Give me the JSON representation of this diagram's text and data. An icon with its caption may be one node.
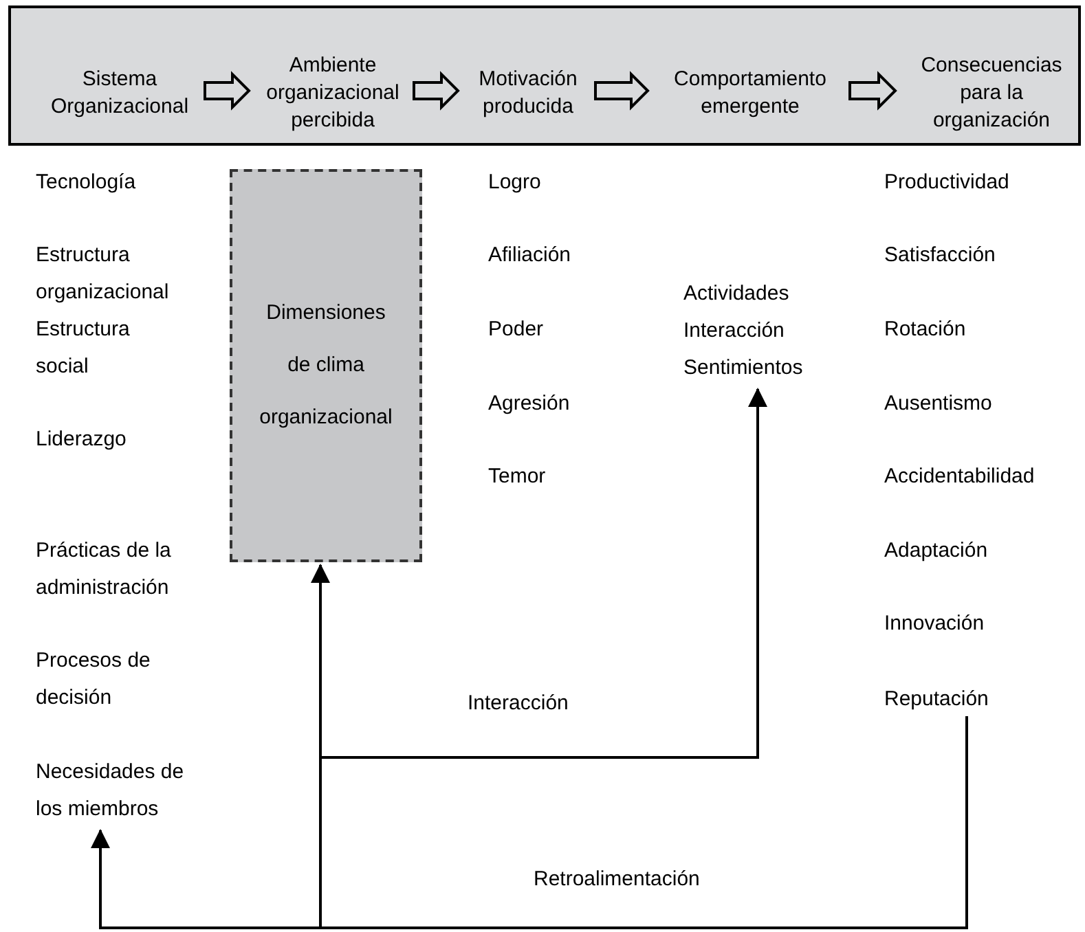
{
  "diagram": {
    "nodes": [
      {
        "text": [],
        "shape": "box"
      },
      {
        "text": [
          "Sistema Organizacional"
        ],
        "in": 0
      },
      {
        "text": [
          "Ambiente organizacional percibida"
        ],
        "in": 0
      },
      {
        "text": [
          "Motivación producida"
        ],
        "in": 0
      },
      {
        "text": [
          "Comportamiento emergente"
        ],
        "in": 0
      },
      {
        "text": [
          "Consecuencias para la organización"
        ],
        "in": 0
      },
      {
        "text": [
          "Dimensiones de clima organizacional"
        ]
      },
      {
        "text": [
          "Actividades",
          "Interacción",
          "Sentimientos"
        ]
      },
      {
        "text": [
          "Necesidades de los miembros"
        ]
      },
      {
        "text": [
          "Reputación"
        ]
      }
    ],
    "edges": [
      {
        "from": 1,
        "to": 2,
        "arrow": "to"
      },
      {
        "from": 2,
        "to": 3,
        "arrow": "to"
      },
      {
        "from": 3,
        "to": 4,
        "arrow": "to"
      },
      {
        "from": 4,
        "to": 5,
        "arrow": "to"
      },
      {
        "from": 9,
        "to": 8,
        "arrow": "to",
        "label": "Retroalimentación"
      },
      {
        "from": 9,
        "to": 6,
        "arrow": "to"
      },
      {
        "from": 9,
        "to": 7,
        "arrow": "to",
        "label": "Interacción"
      }
    ],
    "labels": [
      "Tecnología",
      "Estructura organizacional",
      "Estructura social",
      "Liderazgo",
      "Prácticas de la administración",
      "Procesos de decisión",
      "Logro",
      "Afiliación",
      "Poder",
      "Agresión",
      "Temor",
      "Productividad",
      "Satisfacción",
      "Rotación",
      "Ausentismo",
      "Accidentabilidad",
      "Adaptación",
      "Innovación"
    ]
  }
}
